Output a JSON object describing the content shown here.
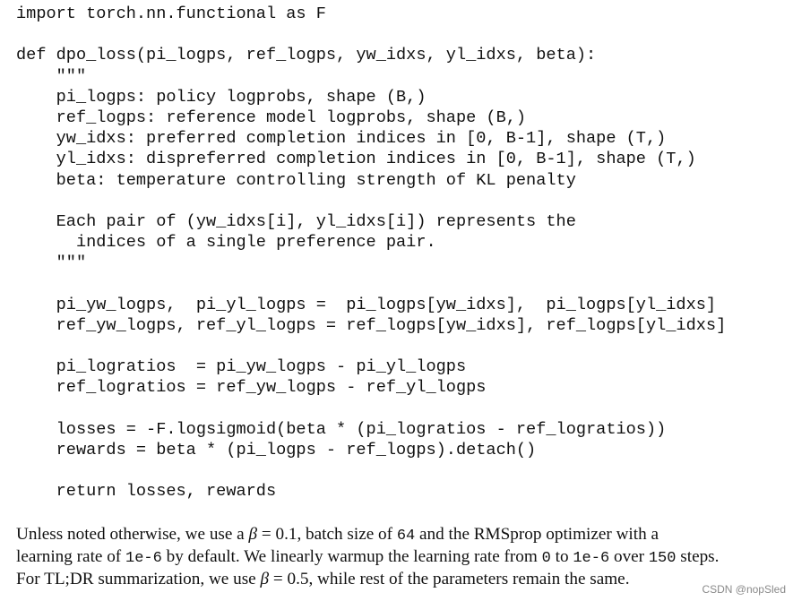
{
  "code": {
    "lines": [
      "import torch.nn.functional as F",
      "",
      "def dpo_loss(pi_logps, ref_logps, yw_idxs, yl_idxs, beta):",
      "    \"\"\"",
      "    pi_logps: policy logprobs, shape (B,)",
      "    ref_logps: reference model logprobs, shape (B,)",
      "    yw_idxs: preferred completion indices in [0, B-1], shape (T,)",
      "    yl_idxs: dispreferred completion indices in [0, B-1], shape (T,)",
      "    beta: temperature controlling strength of KL penalty",
      "",
      "    Each pair of (yw_idxs[i], yl_idxs[i]) represents the",
      "      indices of a single preference pair.",
      "    \"\"\"",
      "",
      "    pi_yw_logps,  pi_yl_logps =  pi_logps[yw_idxs],  pi_logps[yl_idxs]",
      "    ref_yw_logps, ref_yl_logps = ref_logps[yw_idxs], ref_logps[yl_idxs]",
      "",
      "    pi_logratios  = pi_yw_logps - pi_yl_logps",
      "    ref_logratios = ref_yw_logps - ref_yl_logps",
      "",
      "    losses = -F.logsigmoid(beta * (pi_logratios - ref_logratios))",
      "    rewards = beta * (pi_logps - ref_logps).detach()",
      "",
      "    return losses, rewards"
    ]
  },
  "paragraph": {
    "l1": {
      "a": "Unless noted otherwise, we use a ",
      "beta": "β",
      "b": " = 0.1, batch size of ",
      "tt1": "64",
      "c": " and the RMSprop optimizer with a"
    },
    "l2": {
      "a": "learning rate of ",
      "tt1": "1e-6",
      "b": " by default. We linearly warmup the learning rate from ",
      "tt2": "0",
      "c": " to ",
      "tt3": "1e-6",
      "d": " over ",
      "tt4": "150",
      "e": " steps."
    },
    "l3": {
      "a": "For TL;DR summarization, we use ",
      "beta": "β",
      "b": " = 0.5, while rest of the parameters remain the same."
    }
  },
  "watermark": "CSDN @nopSled"
}
